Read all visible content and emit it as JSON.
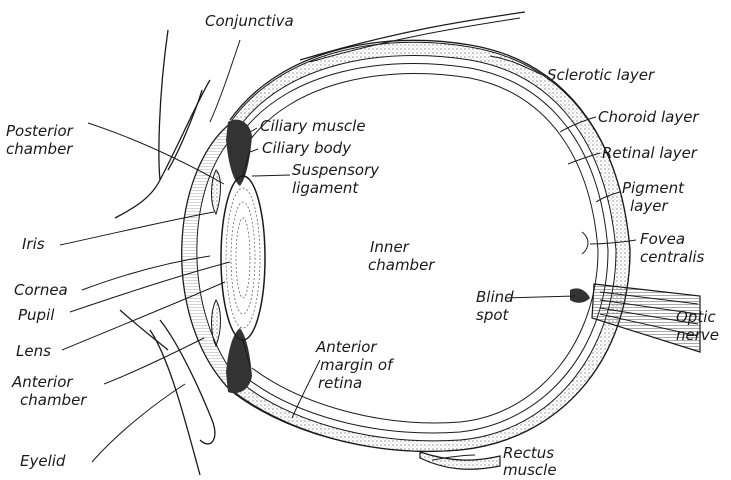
{
  "labels": {
    "conjunctiva": "Conjunctiva",
    "sclerotic_layer": "Sclerotic layer",
    "choroid_layer": "Choroid layer",
    "retinal_layer": "Retinal layer",
    "pigment_1": "Pigment",
    "pigment_2": "layer",
    "fovea_1": "Fovea",
    "fovea_2": "centralis",
    "optic_1": "Optic",
    "optic_2": "nerve",
    "rectus_1": "Rectus",
    "rectus_2": "muscle",
    "ciliary_muscle": "Ciliary muscle",
    "ciliary_body": "Ciliary body",
    "suspensory_1": "Suspensory",
    "suspensory_2": "ligament",
    "posterior_1": "Posterior",
    "posterior_2": "chamber",
    "iris": "Iris",
    "cornea": "Cornea",
    "pupil": "Pupil",
    "lens": "Lens",
    "anterior_chamber_1": "Anterior",
    "anterior_chamber_2": "chamber",
    "eyelid": "Eyelid",
    "inner_chamber_1": "Inner",
    "inner_chamber_2": "chamber",
    "blind_1": "Blind",
    "blind_2": "spot",
    "anterior_margin_1": "Anterior",
    "anterior_margin_2": "margin of",
    "anterior_margin_3": "retina"
  }
}
